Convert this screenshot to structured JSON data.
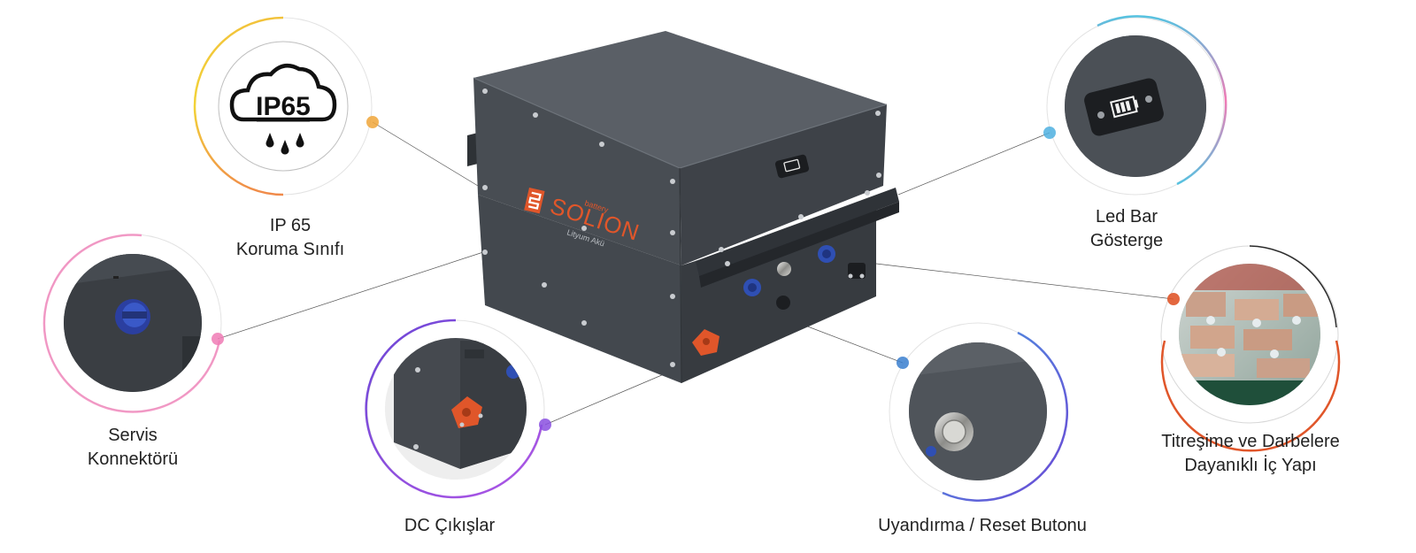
{
  "features": {
    "ip65": {
      "line1": "IP 65",
      "line2": "Koruma Sınıfı",
      "icon_text": "IP65",
      "icon": "cloud-rain-icon"
    },
    "led_bar": {
      "line1": "Led Bar",
      "line2": "Gösterge",
      "icon": "battery-led-icon"
    },
    "service": {
      "line1": "Servis",
      "line2": "Konnektörü"
    },
    "dc": {
      "line1": "DC Çıkışlar"
    },
    "reset": {
      "line1": "Uyandırma / Reset Butonu"
    },
    "vibration": {
      "line1": "Titreşime ve Darbelere",
      "line2": "Dayanıklı İç Yapı"
    }
  },
  "product": {
    "brand": "SOLION",
    "brand_tag": "battery",
    "subtitle": "Lityum Akü"
  },
  "colors": {
    "battery_body": "#4a4f55",
    "accent_orange": "#e0562a",
    "connector_blue": "#2f4fb3",
    "ring_purple": "#8a4fe0",
    "ring_pink": "#f07bb5",
    "ring_yellow": "#f2d338",
    "ring_red": "#e0562a"
  }
}
